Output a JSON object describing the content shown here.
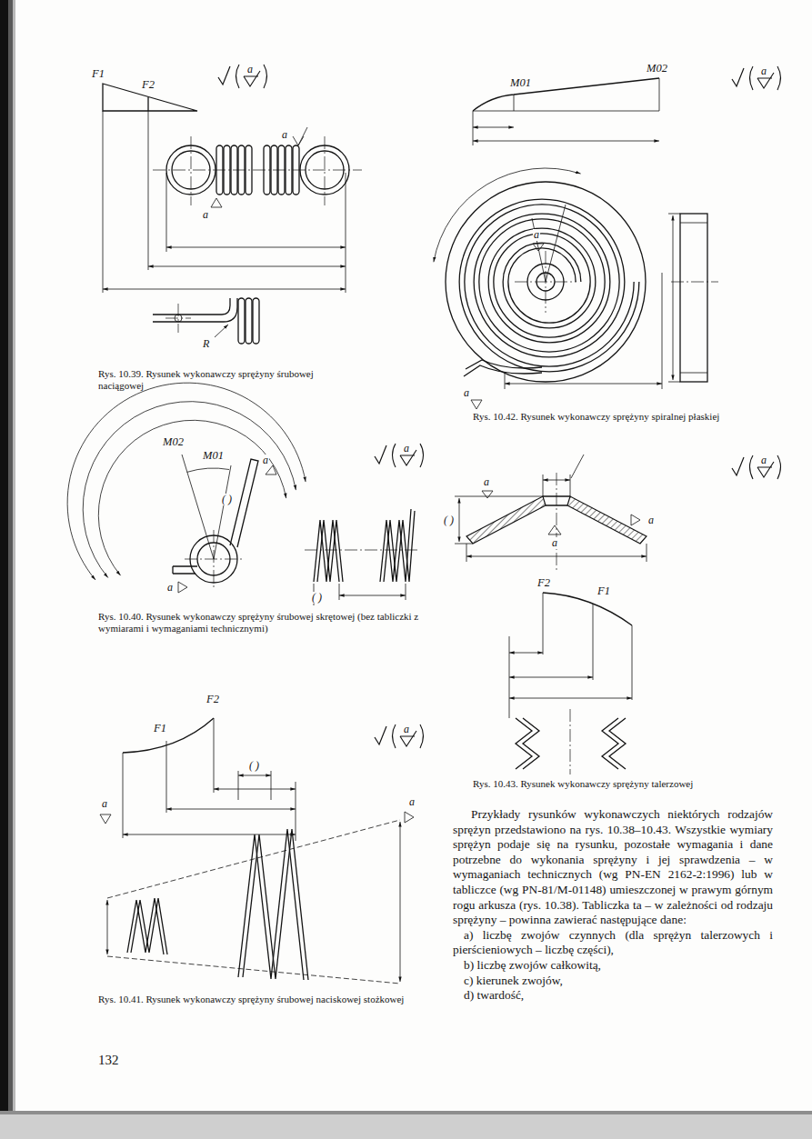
{
  "diagram": {
    "labels": [
      "F1",
      "F2",
      "a",
      "a",
      "a",
      "R",
      "Rys. 10.39. Rysunek wykonawczy sprężyny śrubowej naciągowej",
      "M02",
      "M01",
      "a",
      "a",
      "( )",
      "( )",
      "a",
      "Rys. 10.40. Rysunek wykonawczy sprężyny śrubowej skrętowej (bez tabliczki z wymiarami i wymaganiami technicznymi)",
      "F2",
      "F1",
      "a",
      "( )",
      "a",
      "a",
      "Rys. 10.41. Rysunek wykonawczy sprężyny śrubowej naciskowej stożkowej",
      "M01",
      "M02",
      "a",
      "a",
      "a",
      "Rys. 10.42. Rysunek wykonawczy sprężyny spiralnej płaskiej",
      "a",
      "a",
      "( )",
      "a",
      "a",
      "F2",
      "F1",
      "Rys. 10.43. Rysunek wykonawczy sprężyny talerzowej",
      "Przykłady rysunków wykonawczych niektórych rodzajów sprężyn przedstawiono na rys. 10.38–10.43. Wszystkie wymiary sprężyn podaje się na rysunku, pozostałe wymagania i dane potrzebne do wykonania sprężyny i jej sprawdzenia – w wymaganiach technicznych (wg PN-EN 2162-2:1996) lub w tabliczce (wg PN-81/M-01148) umieszczonej w prawym górnym rogu arkusza (rys. 10.38). Tabliczka ta – w zależności od rodzaju sprężyny – powinna zawierać następujące dane:",
      "a) liczbę zwojów czynnych (dla sprężyn talerzowych i pierścieniowych – liczbę części),",
      "b) liczbę zwojów całkowitą,",
      "c) kierunek zwojów,",
      "d) twardość,",
      "132"
    ]
  }
}
